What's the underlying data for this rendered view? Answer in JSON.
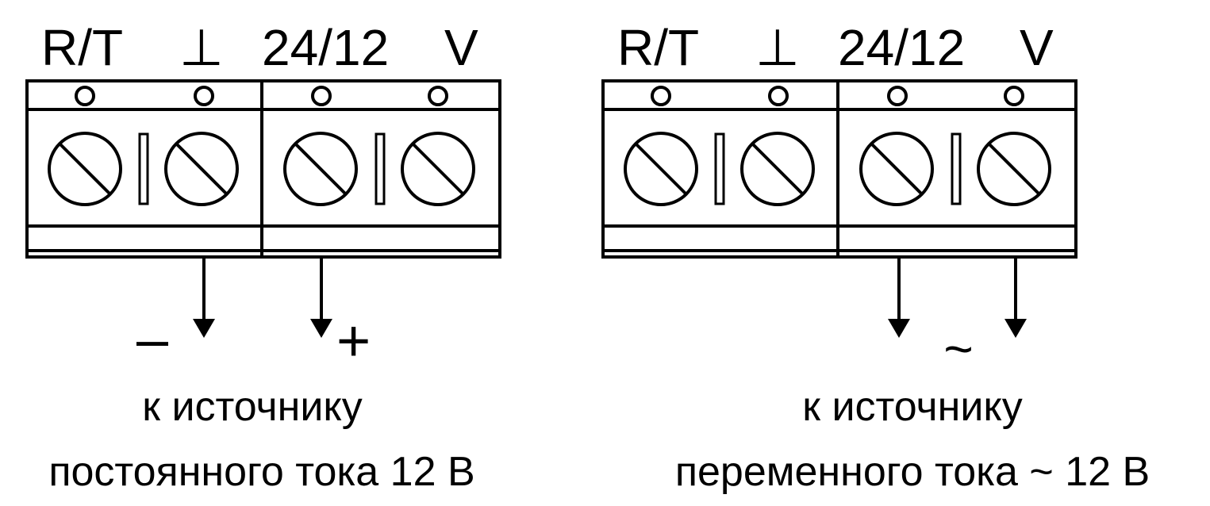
{
  "left_block": {
    "terminals": {
      "rt": "R/T",
      "gnd": "⊥",
      "v2412": "24/12",
      "v": "V"
    },
    "minus_sign": "–",
    "plus_sign": "+",
    "caption_line1": "к источнику",
    "caption_line2": "постоянного  тока 12 В"
  },
  "right_block": {
    "terminals": {
      "rt": "R/T",
      "gnd": "⊥",
      "v2412": "24/12",
      "v": "V"
    },
    "ac_sign": "~",
    "caption_line1": "к источнику",
    "caption_line2": "переменного  тока ~ 12 В"
  }
}
